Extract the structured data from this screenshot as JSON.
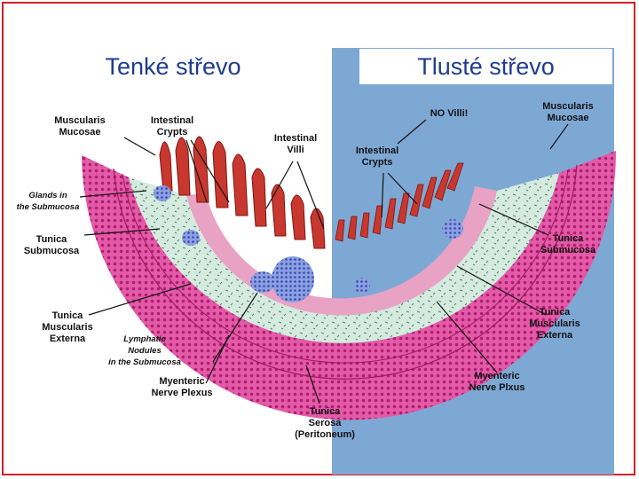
{
  "titles": {
    "left": "Tenké střevo",
    "right": "Tlusté střevo"
  },
  "colors": {
    "frame": "#d42027",
    "title_text": "#1f3c8f",
    "panel_blue": "#7ea8d4",
    "muscle_pink": "#e24fa2",
    "submucosa": "#cfe6db",
    "villi_red": "#c8382f",
    "lymph_blue": "#5b63c4"
  },
  "labels": {
    "muscularis_mucosae_left": "Muscularis\nMucosae",
    "intestinal_crypts_left": "Intestinal\nCrypts",
    "intestinal_villi": "Intestinal\nVilli",
    "glands_submucosa": "Glands in\nthe Submucosa",
    "tunica_submucosa_left": "Tunica\nSubmucosa",
    "tunica_muscularis_externa_left": "Tunica\nMuscularis\nExterna",
    "lymphatic_nodules": "Lymphatic\nNodules\nin the Submucosa",
    "myenteric_plexus_left": "Myenteric\nNerve Plexus",
    "tunica_serosa": "Tunica\nSerosa\n(Peritoneum)",
    "no_villi": "NO Villi!",
    "muscularis_mucosae_right": "Muscularis\nMucosae",
    "intestinal_crypts_right": "Intestinal\nCrypts",
    "tunica_submucosa_right": "Tunica\nSubmucosa",
    "tunica_muscularis_externa_right": "Tunica\nMuscularis\nExterna",
    "myenteric_plexus_right": "Myenteric\nNerve Plxus"
  }
}
